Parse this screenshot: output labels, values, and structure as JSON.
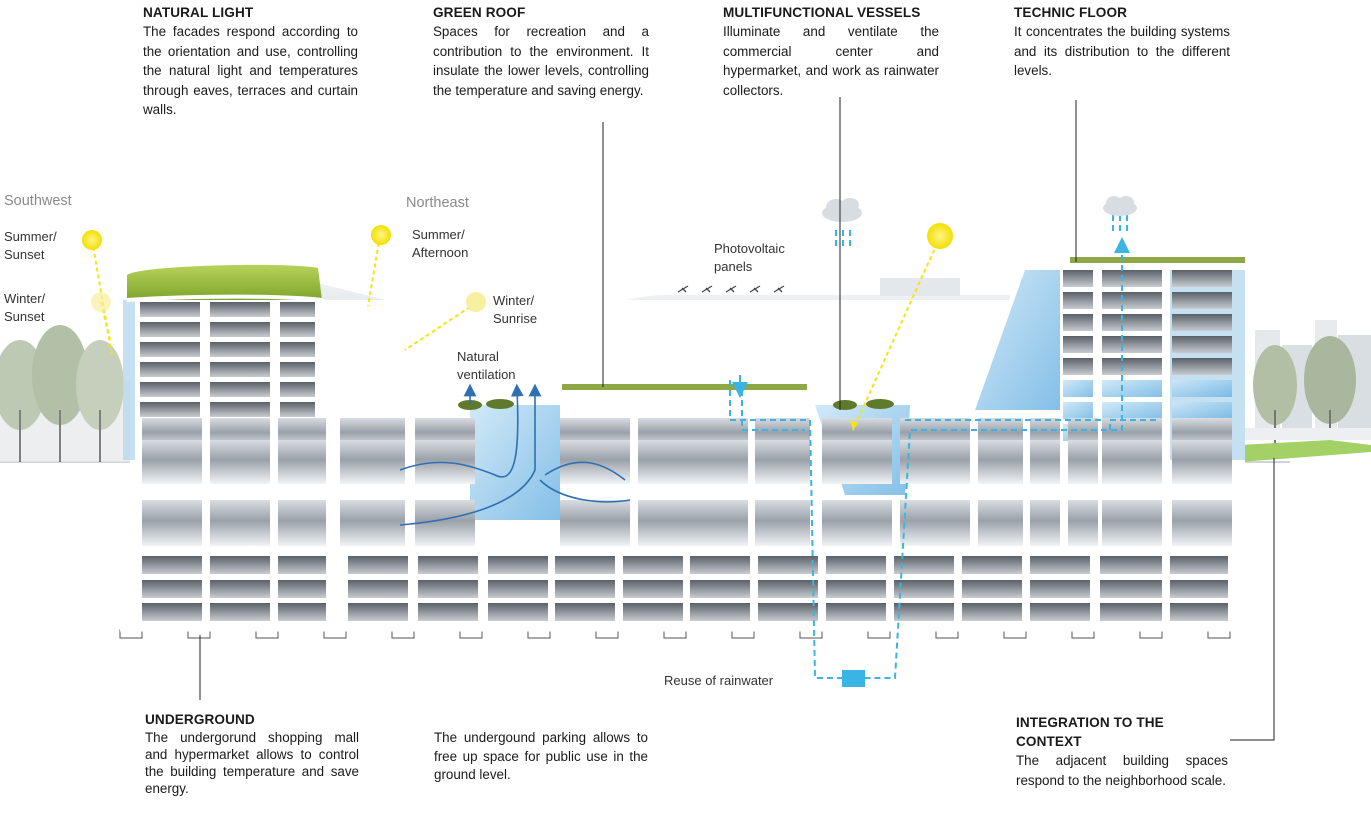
{
  "blocks": {
    "natural_light": {
      "title": "NATURAL LIGHT",
      "body": "The facades respond according to the orientation and use, controlling the natural light and temperatures through eaves, terraces and curtain walls."
    },
    "green_roof": {
      "title": "GREEN ROOF",
      "body": "Spaces for recreation and a contribution to the environment. It insulate the lower levels, controlling the temperature and saving energy."
    },
    "multifunctional_vessels": {
      "title": "MULTIFUNCTIONAL VESSELS",
      "body": "Illuminate and ventilate the commercial center and hypermarket, and work as rainwater collectors."
    },
    "technic_floor": {
      "title": "TECHNIC FLOOR",
      "body": "It concentrates the building systems and its distribution to the different levels."
    },
    "underground": {
      "title": "UNDERGROUND",
      "body": "The undergorund shopping mall and hypermarket allows to control the building temperature and save energy."
    },
    "parking": {
      "title": "",
      "body": "The undergound parking allows to free up space for public use in the ground level."
    },
    "integration": {
      "title": "INTEGRATION TO THE CONTEXT",
      "body": "The adjacent building spaces respond to the neighborhood scale."
    }
  },
  "labels": {
    "southwest": "Southwest",
    "northeast": "Northeast",
    "summer_sunset": "Summer/\nSunset",
    "winter_sunset": "Winter/\nSunset",
    "summer_afternoon": "Summer/\nAfternoon",
    "winter_sunrise": "Winter/\nSunrise",
    "natural_ventilation": "Natural\nventilation",
    "photovoltaic": "Photovoltaic\npanels",
    "reuse_rainwater": "Reuse of rainwater"
  },
  "colors": {
    "sun": "#f5e414",
    "green_roof": "#9bbf3a",
    "glass": "#a9d4ef",
    "structure": "#ffffff",
    "rain": "#3ab4e4",
    "ventilation": "#2f6fb3",
    "leader": "#222222"
  }
}
